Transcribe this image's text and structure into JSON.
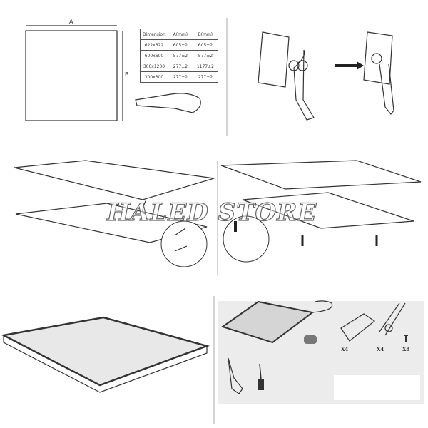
{
  "dimensions": {
    "label_a": "A",
    "label_b": "B",
    "table": {
      "headers": [
        "Dimension",
        "A(mm)",
        "B(mm)"
      ],
      "rows": [
        [
          "622x622",
          "605±2",
          "605±2"
        ],
        [
          "600x600",
          "577±2",
          "577±2"
        ],
        [
          "300x1200",
          "277±2",
          "1177±2"
        ],
        [
          "300x300",
          "277±2",
          "277±2"
        ]
      ]
    }
  },
  "parts": {
    "bracket_qty": "X4",
    "spring_qty": "X4",
    "screw_qty": "X8"
  },
  "watermark": "HALED STORE",
  "colors": {
    "line": "#333333",
    "parts_bg": "#ececec"
  }
}
